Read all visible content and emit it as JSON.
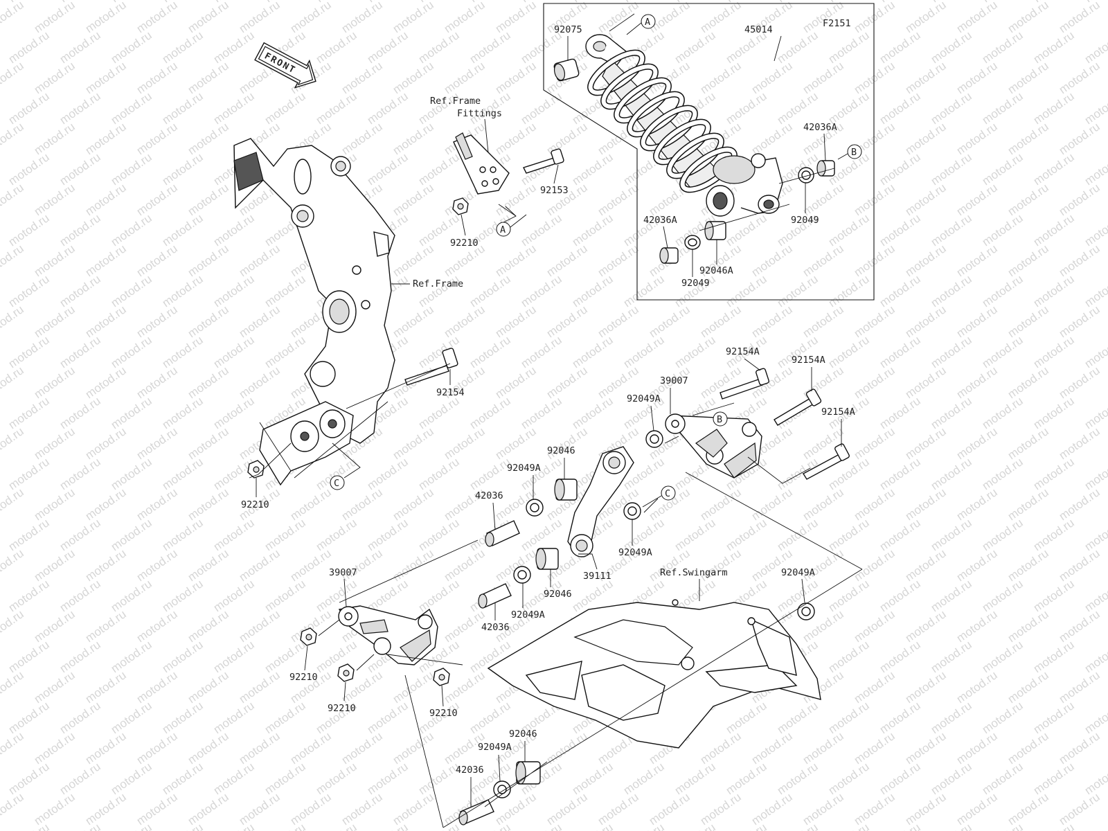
{
  "diagram": {
    "figure_code": "F2151",
    "front_arrow_label": "FRONT",
    "watermark_text": "motod.ru",
    "ref_labels": {
      "frame_fittings_line1": "Ref.Frame",
      "frame_fittings_line2": "Fittings",
      "frame": "Ref.Frame",
      "swingarm": "Ref.Swingarm"
    },
    "ref_markers": {
      "a": "A",
      "b": "B",
      "c": "C"
    },
    "part_numbers": {
      "shock_assembly": "45014",
      "upper_collar": "92075",
      "upper_bolt": "92153",
      "upper_nut": "92210",
      "shock_lower_collar_right": "42036A",
      "shock_lower_oilseal_right": "92049",
      "shock_lower_collar_left": "42036A",
      "shock_lower_bearing": "92046A",
      "shock_lower_oilseal_left": "92049",
      "frame_pivot_bolt": "92154",
      "frame_pivot_nut": "92210",
      "tie_rod_right": "39007",
      "tie_rod_bolt_1": "92154A",
      "tie_rod_bolt_2": "92154A",
      "tie_rod_bolt_3": "92154A",
      "rocker_arm": "39111",
      "rocker_oilseal_upper_right": "92049A",
      "rocker_bearing_upper": "92046",
      "rocker_oilseal_upper_left": "92049A",
      "rocker_collar_upper": "42036",
      "rocker_oilseal_right_c": "92049A",
      "rocker_bearing_lower": "92046",
      "rocker_oilseal_lower": "92049A",
      "rocker_collar_lower": "42036",
      "swingarm_oilseal": "92049A",
      "tie_rod_left": "39007",
      "tie_rod_nut_1": "92210",
      "tie_rod_nut_2": "92210",
      "tie_rod_nut_3": "92210",
      "swingarm_bearing": "92046",
      "swingarm_oilseal_bottom": "92049A",
      "swingarm_collar": "42036"
    }
  }
}
